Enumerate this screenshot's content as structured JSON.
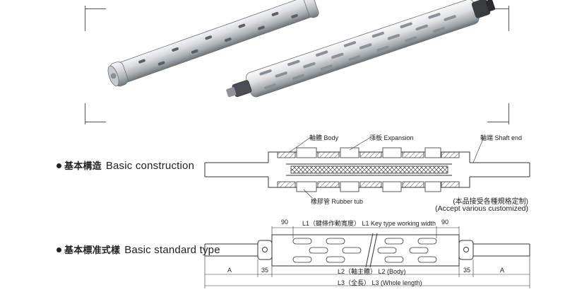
{
  "sections": {
    "construction": {
      "bullet": "●",
      "title_cn": "基本構造",
      "title_en": "Basic construction"
    },
    "standard": {
      "bullet": "●",
      "title_cn": "基本標准式樣",
      "title_en": "Basic standard type"
    }
  },
  "construction_labels": {
    "body": "軸體  Body",
    "expansion": "漲板  Expansion",
    "shaft_end": "軸端  Shaft end",
    "rubber_tub": "橡膠管  Rubber tub"
  },
  "note": {
    "cn": "(本品接受各種規格定制)",
    "en": "(Accept various customized)"
  },
  "dimensions": {
    "d90_left": "90",
    "d90_right": "90",
    "l1": "L1（鍵條作動寬度）  L1  Key type working width",
    "a_left": "A",
    "a_right": "A",
    "d35_left": "35",
    "d35_right": "35",
    "l2": "L2（軸主體）  L2 (Body)",
    "l3": "L3（全長）  L3 (Whole length)"
  },
  "colors": {
    "line": "#333333",
    "hatch": "#555555",
    "metal_light": "#e6e8ea",
    "metal_dark": "#8d9296"
  },
  "icons": [
    "air-shaft-photo-left",
    "air-shaft-photo-right"
  ]
}
